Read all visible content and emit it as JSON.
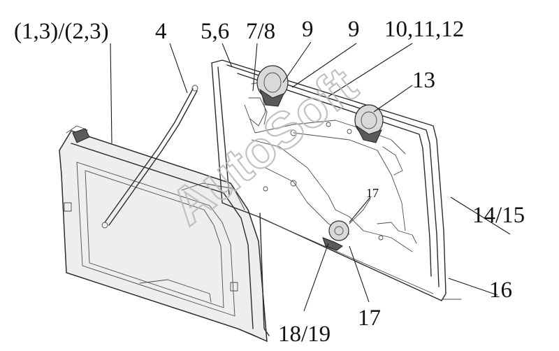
{
  "callouts": [
    {
      "id": "c1",
      "text": "(1,3)/(2,3)"
    },
    {
      "id": "c2",
      "text": "4"
    },
    {
      "id": "c3",
      "text": "5,6"
    },
    {
      "id": "c4",
      "text": "7/8"
    },
    {
      "id": "c5",
      "text": "9"
    },
    {
      "id": "c6",
      "text": "9"
    },
    {
      "id": "c7",
      "text": "10,11,12"
    },
    {
      "id": "c8",
      "text": "13"
    },
    {
      "id": "c9",
      "text": "14/15"
    },
    {
      "id": "c10",
      "text": "16"
    },
    {
      "id": "c11",
      "text": "17"
    },
    {
      "id": "c12",
      "text": "18/19"
    },
    {
      "id": "c13",
      "text": "17"
    }
  ],
  "watermark": {
    "text": "AutoSoft"
  }
}
